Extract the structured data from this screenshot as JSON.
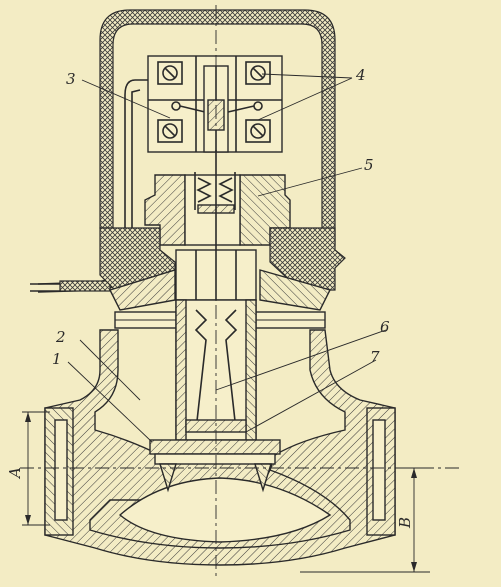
{
  "labels": {
    "l1": "1",
    "l2": "2",
    "l3": "3",
    "l4": "4",
    "l5": "5",
    "l6": "6",
    "l7": "7",
    "dimA": "A",
    "dimB": "B"
  },
  "colors": {
    "paper": "#f3ecc4",
    "ink": "#2a2a2a"
  }
}
